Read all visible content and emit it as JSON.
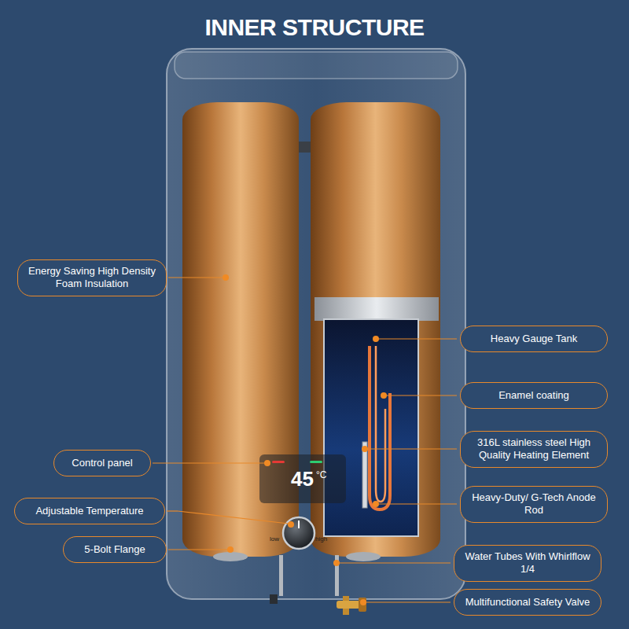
{
  "diagram": {
    "title": "INNER STRUCTURE",
    "nodes": [
      {
        "text": [
          "Energy Saving High Density Foam Insulation"
        ]
      },
      {
        "text": [
          "Heavy Gauge Tank"
        ]
      },
      {
        "text": [
          "Enamel coating"
        ]
      },
      {
        "text": [
          "316L stainless steel High Quality Heating Element"
        ]
      },
      {
        "text": [
          "Control panel"
        ]
      },
      {
        "text": [
          "Heavy-Duty/ G-Tech Anode Rod"
        ]
      },
      {
        "text": [
          "Adjustable Temperature"
        ]
      },
      {
        "text": [
          "5-Bolt Flange"
        ]
      },
      {
        "text": [
          "Water Tubes With Whirlflow 1/4"
        ]
      },
      {
        "text": [
          "Multifunctional Safety Valve"
        ]
      }
    ],
    "labels": [
      "45",
      "°C",
      "low",
      "high"
    ]
  }
}
